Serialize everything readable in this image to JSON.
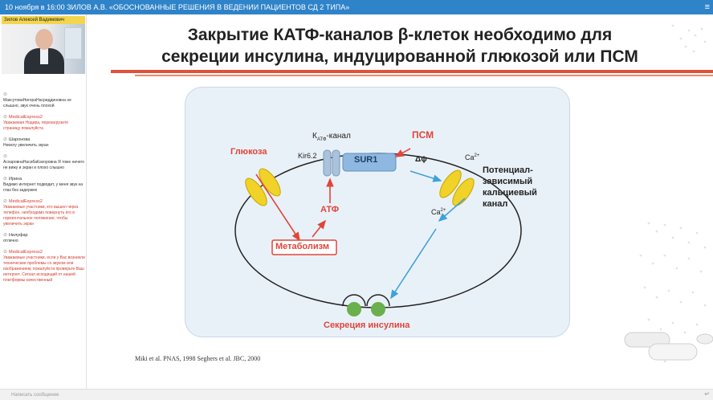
{
  "topbar": {
    "title": "10 ноября в 16:00 ЗИЛОВ А.В. «ОБОСНОВАННЫЕ РЕШЕНИЯ В ВЕДЕНИИ ПАЦИЕНТОВ СД 2 ТИПА»",
    "menu_icon": "hamburger-icon"
  },
  "sidebar": {
    "camera_label": "Зилов Алексей Вадимович",
    "messages": [
      {
        "name": "",
        "text": "МаксутоваНигораНасриддиновна не слышно, звук очень плохой",
        "red": false
      },
      {
        "name": "MedicalExpress2",
        "text": "Уважаемая Нодира, перезагрузите страницу пожалуйста",
        "red": true
      },
      {
        "name": "Шаронова",
        "text": "Немогу увеличить экран",
        "red": false
      },
      {
        "name": "",
        "text": "АсхаровнаНасибаКахоровна Я тоже ничего не вижу и экран и плохо слышно",
        "red": false
      },
      {
        "name": "Ирина",
        "text": "Видимо интернет подводит, у меня звук на глаз без задержек",
        "red": false
      },
      {
        "name": "MedicalExpress2",
        "text": "Уважаемые участники, кто вышел через телефон, необходимо повернуть его в горизонтальное положение, чтобы увеличить экран",
        "red": true
      },
      {
        "name": "Нилуфар",
        "text": "отлично",
        "red": false
      },
      {
        "name": "MedicalExpress2",
        "text": "Уважаемые участники, если у Вас возникли технические проблемы со звуком или изображением, пожалуйста проверьте Ваш интернет. Сигнал исходящий от нашей платформы качественный",
        "red": true
      }
    ]
  },
  "bottombar": {
    "placeholder": "Написать сообщение",
    "send_icon": "send-icon"
  },
  "slide": {
    "title_line1": "Закрытие КАТФ-каналов β-клеток необходимо для",
    "title_line2": "секреции инсулина, индуцированной глюкозой или ПСМ",
    "citation": "Miki et al. PNAS, 1998 Seghers et al. JBC, 2000",
    "colors": {
      "accent": "#e2513b",
      "arrow_red": "#e0453a",
      "arrow_blue": "#3fa2d8",
      "channel_yellow": "#f0d228",
      "sur": "#8fb8e0"
    },
    "labels": {
      "katp_prefix": "К",
      "katp_sub": "АТФ",
      "katp_suffix": "-канал",
      "psm": "ПСМ",
      "glucose": "Глюкоза",
      "kir": "Kir6.2",
      "sur1": "SUR1",
      "dpsi": "Δψ",
      "ca_top": "Ca",
      "ca_top_sup": "2+",
      "ca_inner": "Ca",
      "ca_inner_sup": "2+",
      "atp": "АТФ",
      "metabolism": "Метаболизм",
      "channel_line1": "Потенциал-",
      "channel_line2": "зависимый",
      "channel_line3": "кальциевый",
      "channel_line4": "канал",
      "insulin": "Секреция инсулина"
    }
  }
}
